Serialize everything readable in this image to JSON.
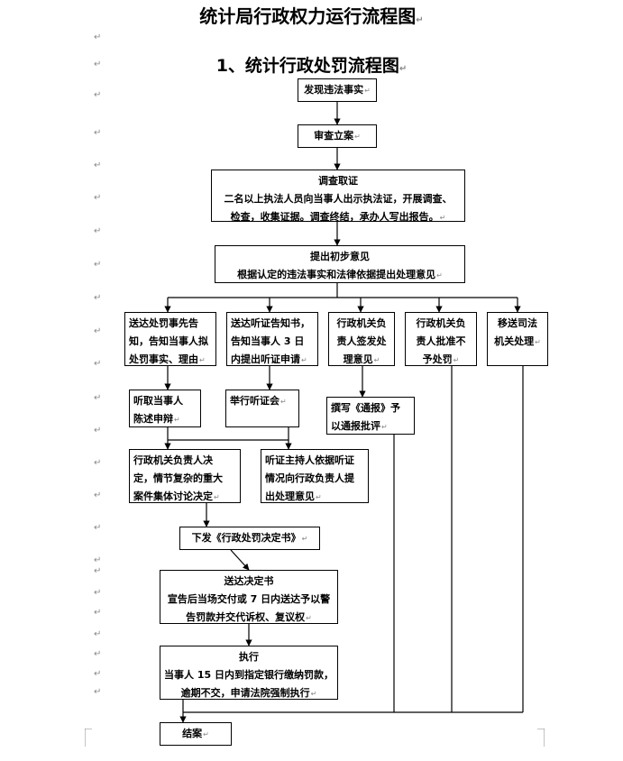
{
  "doc": {
    "title": "统计局行政权力运行流程图",
    "subtitle": "1、统计行政处罚流程图",
    "paragraph_mark": "↵",
    "box_tail_mark": "↵"
  },
  "nodes": {
    "discover": {
      "lines": [
        "发现违法事实"
      ]
    },
    "review": {
      "lines": [
        "审查立案"
      ]
    },
    "investigate": {
      "lines": [
        "调查取证",
        "二名以上执法人员向当事人出示执法证，开展调查、",
        "检查，收集证据。调查终结，承办人写出报告。"
      ]
    },
    "opinion": {
      "lines": [
        "提出初步意见",
        "根据认定的违法事实和法律依据提出处理意见"
      ]
    },
    "notify_penalty": {
      "lines": [
        "送达处罚事先告",
        "知，告知当事人拟",
        "处罚事实、理由"
      ]
    },
    "notify_hearing": {
      "lines": [
        "送达听证告知书，",
        "告知当事人 3 日",
        "内提出听证申请"
      ]
    },
    "approve_sign": {
      "lines": [
        "行政机关负",
        "责人签发处",
        "理意见"
      ]
    },
    "approve_no_penalty": {
      "lines": [
        "行政机关负",
        "责人批准不",
        "予处罚"
      ]
    },
    "transfer_judicial": {
      "lines": [
        "移送司法",
        "机关处理"
      ]
    },
    "listen_statement": {
      "lines": [
        "听取当事人",
        "陈述申辩"
      ]
    },
    "hold_hearing": {
      "lines": [
        "举行听证会"
      ]
    },
    "circulate_report": {
      "lines": [
        "撰写《通报》予",
        "以通报批评"
      ]
    },
    "decision_discuss": {
      "lines": [
        "行政机关负责人决",
        "定，情节复杂的重大",
        "案件集体讨论决定"
      ]
    },
    "hearing_report": {
      "lines": [
        "听证主持人依据听证",
        "情况向行政负责人提",
        "出处理意见"
      ]
    },
    "issue_decision": {
      "lines": [
        "下发《行政处罚决定书》"
      ]
    },
    "deliver_decision": {
      "lines": [
        "送达决定书",
        "宣告后当场交付或 7 日内送达予以警",
        "告罚款并交代诉权、复议权"
      ]
    },
    "execute": {
      "lines": [
        "执行",
        "当事人 15 日内到指定银行缴纳罚款，",
        "逾期不交，申请法院强制执行"
      ]
    },
    "close": {
      "lines": [
        "结案"
      ]
    }
  }
}
